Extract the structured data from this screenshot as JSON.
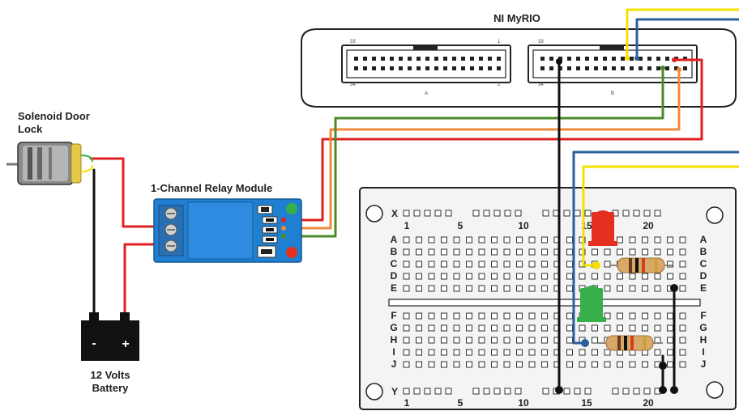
{
  "labels": {
    "myrio_title": "NI MyRIO",
    "solenoid_line1": "Solenoid Door",
    "solenoid_line2": "Lock",
    "relay_title": "1-Channel Relay Module",
    "battery_line1": "12 Volts",
    "battery_line2": "Battery",
    "battery_minus": "-",
    "battery_plus": "+"
  },
  "myrio": {
    "port_a": "A",
    "port_b": "B",
    "pin_33": "33",
    "pin_34": "34",
    "pin_1": "1",
    "pin_2": "2"
  },
  "breadboard": {
    "top_rail": "X",
    "bottom_rail": "Y",
    "rows_left": [
      "A",
      "B",
      "C",
      "D",
      "E",
      "F",
      "G",
      "H",
      "I",
      "J"
    ],
    "rows_right": [
      "A",
      "B",
      "C",
      "D",
      "E",
      "F",
      "G",
      "H",
      "I",
      "J"
    ],
    "top_numbers": [
      "1",
      "5",
      "10",
      "15",
      "20"
    ],
    "bottom_numbers": [
      "1",
      "5",
      "10",
      "15",
      "20"
    ]
  },
  "colors": {
    "wire_red": "#e02020",
    "wire_black": "#111111",
    "wire_green": "#4a8a2a",
    "wire_orange": "#f08a3a",
    "wire_yellow": "#f5e000",
    "wire_blue": "#2a5f9a",
    "relay_blue": "#1f7fd1",
    "led_red": "#e53020",
    "led_green": "#37b049",
    "resistor_body": "#d9a766"
  }
}
